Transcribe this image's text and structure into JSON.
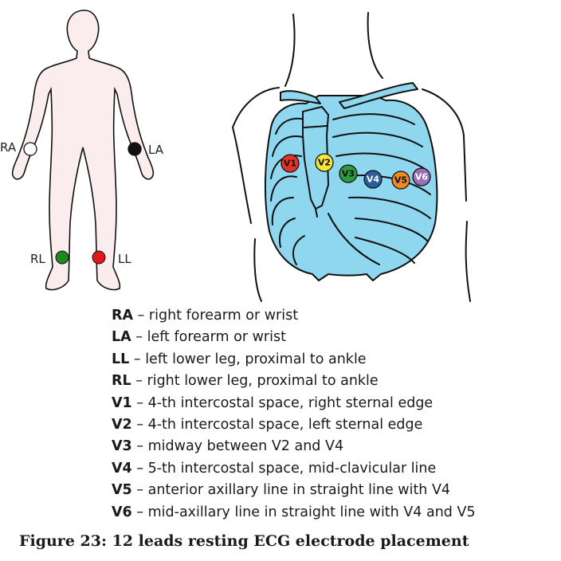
{
  "figure": {
    "caption": "Figure 23: 12 leads resting ECG electrode placement"
  },
  "colors": {
    "skin": "#fbecee",
    "bone": "#8fd6ef",
    "outline": "#111111",
    "limb_ra": "#ffffff",
    "limb_la": "#111111",
    "limb_rl": "#1a8a1a",
    "limb_ll": "#e01818",
    "v1": "#e53328",
    "v2": "#f5e636",
    "v3": "#2e9a3e",
    "v4": "#2a5d9c",
    "v5": "#ee8a26",
    "v6": "#9a6fb6"
  },
  "limb_electrodes": [
    {
      "label": "RA",
      "color_key": "limb_ra"
    },
    {
      "label": "LA",
      "color_key": "limb_la"
    },
    {
      "label": "RL",
      "color_key": "limb_rl"
    },
    {
      "label": "LL",
      "color_key": "limb_ll"
    }
  ],
  "chest_electrodes": [
    {
      "label": "V1",
      "color_key": "v1"
    },
    {
      "label": "V2",
      "color_key": "v2"
    },
    {
      "label": "V3",
      "color_key": "v3"
    },
    {
      "label": "V4",
      "color_key": "v4"
    },
    {
      "label": "V5",
      "color_key": "v5"
    },
    {
      "label": "V6",
      "color_key": "v6"
    }
  ],
  "legend": [
    {
      "code": "RA",
      "desc": " – right forearm or wrist"
    },
    {
      "code": "LA",
      "desc": " – left forearm or wrist"
    },
    {
      "code": "LL",
      "desc": " – left lower leg, proximal to ankle"
    },
    {
      "code": "RL",
      "desc": " – right lower leg, proximal to ankle"
    },
    {
      "code": "V1",
      "desc": " – 4-th intercostal space, right sternal edge"
    },
    {
      "code": "V2",
      "desc": " – 4-th intercostal space, left sternal edge"
    },
    {
      "code": "V3",
      "desc": " – midway between V2 and V4"
    },
    {
      "code": "V4",
      "desc": " – 5-th intercostal space, mid-clavicular line"
    },
    {
      "code": "V5",
      "desc": " – anterior axillary line in straight line with V4"
    },
    {
      "code": "V6",
      "desc": " – mid-axillary line in straight line with V4 and V5"
    }
  ]
}
